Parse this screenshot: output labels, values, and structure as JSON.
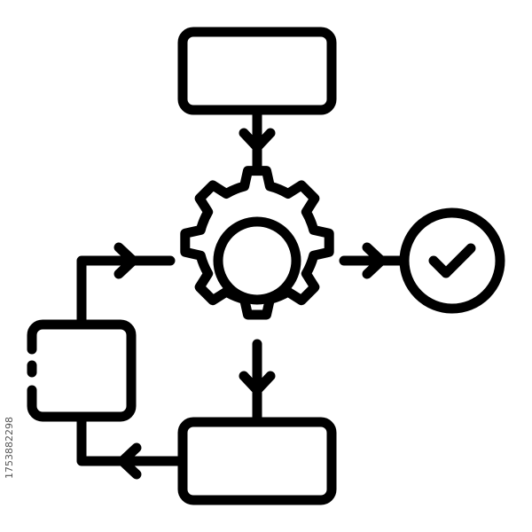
{
  "image": {
    "kind": "workflow process icon",
    "stroke_color": "#000000",
    "background_color": "#ffffff",
    "side_text": "1753882298"
  },
  "icons": {
    "top_block": "rectangle-node",
    "center": "gear-icon",
    "right": "checkmark-circle-icon",
    "bottom_block": "rectangle-node",
    "left_block": "dashed-rectangle-node",
    "arrows": "arrow-icon"
  }
}
